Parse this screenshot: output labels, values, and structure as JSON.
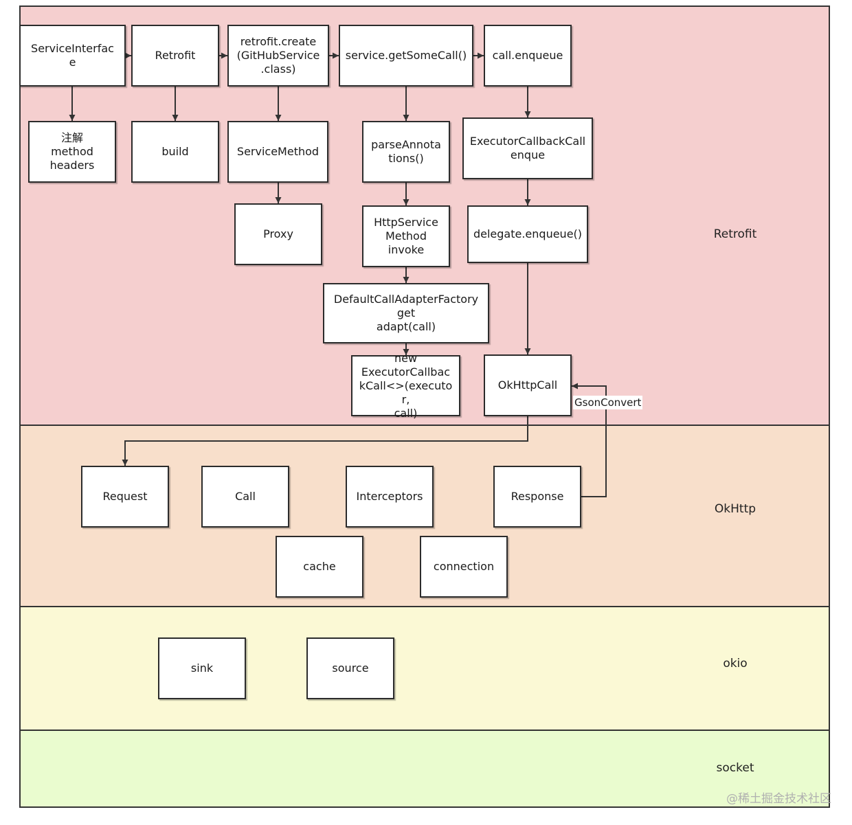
{
  "lanes": {
    "retrofit": {
      "label": "Retrofit",
      "color": "#f5cfcf"
    },
    "okhttp": {
      "label": "OkHttp",
      "color": "#f8dfcb"
    },
    "okio": {
      "label": "okio",
      "color": "#fbf9d5"
    },
    "socket": {
      "label": "socket",
      "color": "#eafccf"
    }
  },
  "nodes": {
    "service_interface": "ServiceInterfac\ne",
    "retrofit": "Retrofit",
    "retrofit_create": "retrofit.create\n(GitHubService\n.class)",
    "service_get_some_call": "service.getSomeCall()",
    "call_enqueue": "call.enqueue",
    "annotation_headers": "注解\nmethod\nheaders",
    "build": "build",
    "service_method": "ServiceMethod",
    "parse_annotations": "parseAnnota\ntions()",
    "executor_callback_call_enqueue": "ExecutorCallbackCall\nenque",
    "proxy": "Proxy",
    "http_service_method_invoke": "HttpService\nMethod\ninvoke",
    "delegate_enqueue": "delegate.enqueue()",
    "default_call_adapter_factory": "DefaultCallAdapterFactory\nget\nadapt(call)",
    "new_executor_callback_call": "new\nExecutorCallbac\nkCall<>(executor,\ncall)",
    "okhttp_call": "OkHttpCall",
    "request": "Request",
    "call": "Call",
    "interceptors": "Interceptors",
    "response": "Response",
    "cache": "cache",
    "connection": "connection",
    "sink": "sink",
    "source": "source"
  },
  "edge_labels": {
    "gson_convert": "GsonConvert"
  },
  "watermark": "@稀土掘金技术社区"
}
